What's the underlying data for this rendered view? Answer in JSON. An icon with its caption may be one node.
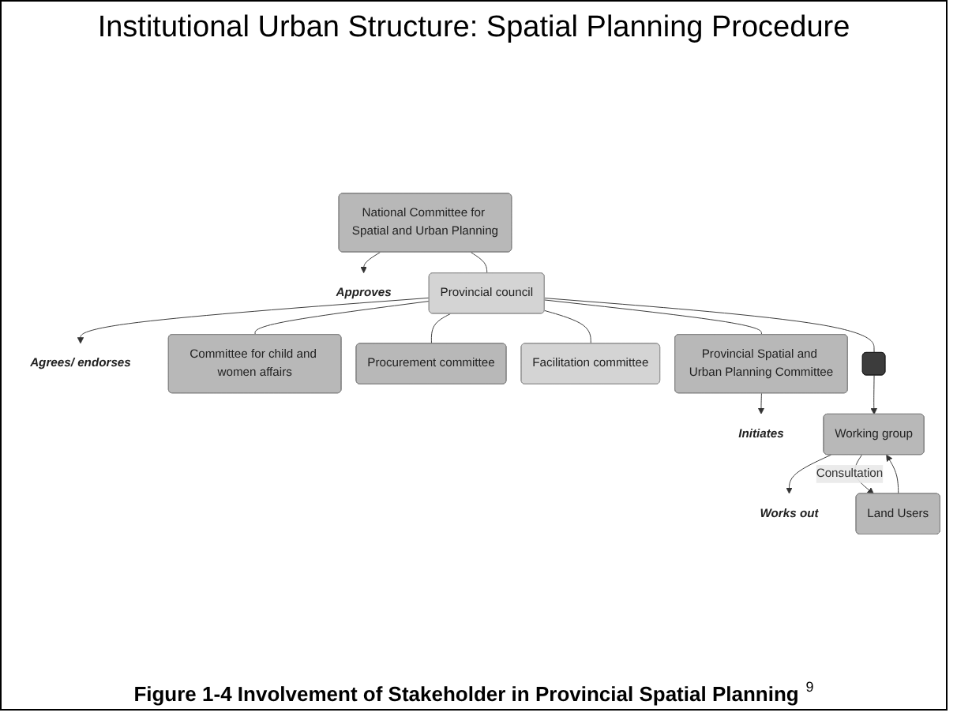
{
  "diagram": {
    "title": "Institutional Urban Structure: Spatial Planning Procedure",
    "caption": "Figure 1-4 Involvement of Stakeholder in Provincial Spatial Planning",
    "nodes": [
      {
        "text": [
          "National Committee for Spatial and Urban Planning"
        ]
      },
      {
        "text": [
          "Approves"
        ]
      },
      {
        "text": [
          "Provincial council"
        ]
      },
      {
        "text": [
          "Agrees/ endorses"
        ]
      },
      {
        "text": [
          "Committee for child and women affairs"
        ]
      },
      {
        "text": [
          "Procurement committee"
        ]
      },
      {
        "text": [
          "Facilitation committee"
        ]
      },
      {
        "text": [
          "Provincial Spatial and Urban Planning Committee"
        ]
      },
      {
        "text": [
          "Initiates"
        ]
      },
      {
        "text": [],
        "shape": "box"
      },
      {
        "text": [
          "Working group"
        ]
      },
      {
        "text": [
          "Works out"
        ]
      },
      {
        "text": [
          "Land Users"
        ]
      }
    ],
    "edges": [
      {
        "from": 0,
        "to": 1,
        "arrow": "to"
      },
      {
        "from": 0,
        "to": 2,
        "arrow": "none"
      },
      {
        "from": 2,
        "to": 3,
        "arrow": "to"
      },
      {
        "from": 2,
        "to": 4,
        "arrow": "none"
      },
      {
        "from": 2,
        "to": 5,
        "arrow": "none"
      },
      {
        "from": 2,
        "to": 6,
        "arrow": "none"
      },
      {
        "from": 2,
        "to": 7,
        "arrow": "none"
      },
      {
        "from": 2,
        "to": 9,
        "arrow": "none"
      },
      {
        "from": 7,
        "to": 8,
        "arrow": "to"
      },
      {
        "from": 9,
        "to": 10,
        "arrow": "to"
      },
      {
        "from": 10,
        "to": 11,
        "arrow": "to"
      },
      {
        "from": 10,
        "to": 12,
        "arrow": "to",
        "label": "Consultation"
      },
      {
        "from": 12,
        "to": 10,
        "arrow": "to"
      }
    ],
    "labels": [
      "9"
    ]
  }
}
